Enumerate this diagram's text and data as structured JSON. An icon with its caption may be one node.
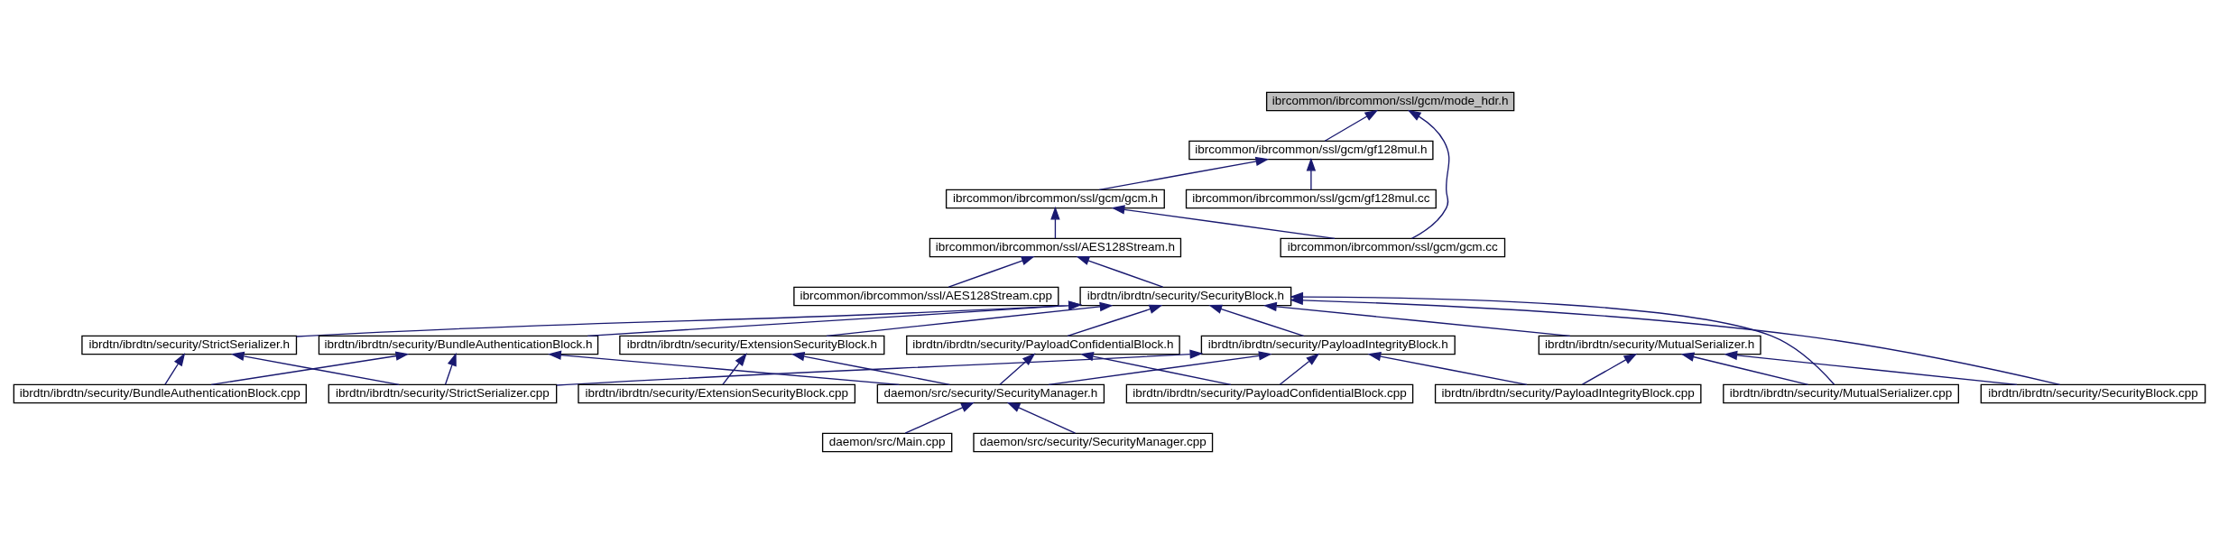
{
  "diagram": {
    "nodes": [
      {
        "text": [
          "ibrcommon/ibrcommon/ssl/gcm/mode_hdr.h"
        ]
      },
      {
        "text": [
          "ibrcommon/ibrcommon/ssl/gcm/gf128mul.h"
        ]
      },
      {
        "text": [
          "ibrcommon/ibrcommon/ssl/gcm/gf128mul.cc"
        ]
      },
      {
        "text": [
          "ibrcommon/ibrcommon/ssl/gcm/gcm.h"
        ]
      },
      {
        "text": [
          "ibrcommon/ibrcommon/ssl/AES128Stream.h"
        ]
      },
      {
        "text": [
          "ibrcommon/ibrcommon/ssl/gcm/gcm.cc"
        ]
      },
      {
        "text": [
          "ibrcommon/ibrcommon/ssl/AES128Stream.cpp"
        ]
      },
      {
        "text": [
          "ibrdtn/ibrdtn/security/SecurityBlock.h"
        ]
      },
      {
        "text": [
          "ibrdtn/ibrdtn/security/StrictSerializer.h"
        ]
      },
      {
        "text": [
          "ibrdtn/ibrdtn/security/BundleAuthenticationBlock.h"
        ]
      },
      {
        "text": [
          "ibrdtn/ibrdtn/security/ExtensionSecurityBlock.h"
        ]
      },
      {
        "text": [
          "ibrdtn/ibrdtn/security/PayloadIntegrityBlock.h"
        ]
      },
      {
        "text": [
          "ibrdtn/ibrdtn/security/PayloadConfidentialBlock.h"
        ]
      },
      {
        "text": [
          "ibrdtn/ibrdtn/security/MutualSerializer.h"
        ]
      },
      {
        "text": [
          "ibrdtn/ibrdtn/security/BundleAuthenticationBlock.cpp"
        ]
      },
      {
        "text": [
          "ibrdtn/ibrdtn/security/StrictSerializer.cpp"
        ]
      },
      {
        "text": [
          "ibrdtn/ibrdtn/security/ExtensionSecurityBlock.cpp"
        ]
      },
      {
        "text": [
          "daemon/src/security/SecurityManager.h"
        ]
      },
      {
        "text": [
          "ibrdtn/ibrdtn/security/PayloadConfidentialBlock.cpp"
        ]
      },
      {
        "text": [
          "ibrdtn/ibrdtn/security/PayloadIntegrityBlock.cpp"
        ]
      },
      {
        "text": [
          "ibrdtn/ibrdtn/security/MutualSerializer.cpp"
        ]
      },
      {
        "text": [
          "ibrdtn/ibrdtn/security/SecurityBlock.cpp"
        ]
      },
      {
        "text": [
          "daemon/src/Main.cpp"
        ]
      },
      {
        "text": [
          "daemon/src/security/SecurityManager.cpp"
        ]
      }
    ],
    "edges": [
      {
        "from": 1,
        "to": 0,
        "arrow": "to"
      },
      {
        "from": 5,
        "to": 0,
        "arrow": "to"
      },
      {
        "from": 2,
        "to": 1,
        "arrow": "to"
      },
      {
        "from": 3,
        "to": 1,
        "arrow": "to"
      },
      {
        "from": 4,
        "to": 3,
        "arrow": "to"
      },
      {
        "from": 5,
        "to": 3,
        "arrow": "to"
      },
      {
        "from": 6,
        "to": 4,
        "arrow": "to"
      },
      {
        "from": 7,
        "to": 4,
        "arrow": "to"
      },
      {
        "from": 8,
        "to": 7,
        "arrow": "to"
      },
      {
        "from": 9,
        "to": 7,
        "arrow": "to"
      },
      {
        "from": 10,
        "to": 7,
        "arrow": "to"
      },
      {
        "from": 11,
        "to": 7,
        "arrow": "to"
      },
      {
        "from": 12,
        "to": 7,
        "arrow": "to"
      },
      {
        "from": 13,
        "to": 7,
        "arrow": "to"
      },
      {
        "from": 20,
        "to": 7,
        "arrow": "to"
      },
      {
        "from": 21,
        "to": 7,
        "arrow": "to"
      },
      {
        "from": 14,
        "to": 8,
        "arrow": "to"
      },
      {
        "from": 15,
        "to": 8,
        "arrow": "to"
      },
      {
        "from": 14,
        "to": 9,
        "arrow": "to"
      },
      {
        "from": 15,
        "to": 9,
        "arrow": "to"
      },
      {
        "from": 17,
        "to": 9,
        "arrow": "to"
      },
      {
        "from": 16,
        "to": 10,
        "arrow": "to"
      },
      {
        "from": 17,
        "to": 10,
        "arrow": "to"
      },
      {
        "from": 15,
        "to": 11,
        "arrow": "to"
      },
      {
        "from": 17,
        "to": 11,
        "arrow": "to"
      },
      {
        "from": 18,
        "to": 11,
        "arrow": "to"
      },
      {
        "from": 19,
        "to": 11,
        "arrow": "to"
      },
      {
        "from": 17,
        "to": 12,
        "arrow": "to"
      },
      {
        "from": 18,
        "to": 12,
        "arrow": "to"
      },
      {
        "from": 19,
        "to": 13,
        "arrow": "to"
      },
      {
        "from": 20,
        "to": 13,
        "arrow": "to"
      },
      {
        "from": 21,
        "to": 13,
        "arrow": "to"
      },
      {
        "from": 22,
        "to": 17,
        "arrow": "to"
      },
      {
        "from": 23,
        "to": 17,
        "arrow": "to"
      }
    ]
  }
}
